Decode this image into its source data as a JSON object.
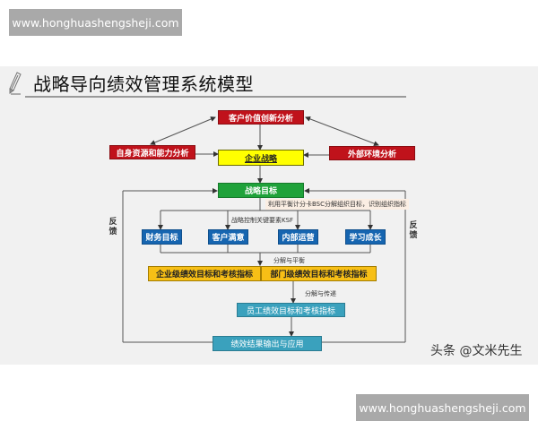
{
  "watermarks": {
    "top": "www.honghuashengsheji.com",
    "bottom": "www.honghuashengsheji.com"
  },
  "slide": {
    "title": "战略导向绩效管理系统模型",
    "icon": "pencil-icon",
    "credit": "头条 @文米先生"
  },
  "diagram": {
    "nodes": {
      "customer_value": "客户价值创新分析",
      "self_resource": "自身资源和能力分析",
      "enterprise_strategy": "企业战略",
      "external_env": "外部环境分析",
      "strategic_goal": "战略目标",
      "financial": "财务目标",
      "customer_satisfaction": "客户满意",
      "internal_ops": "内部运营",
      "learning_growth": "学习成长",
      "enterprise_level": "企业级绩效目标和考核指标",
      "department_level": "部门级绩效目标和考核指标",
      "employee_level": "员工绩效目标和考核指标",
      "results_output": "绩效结果输出与应用"
    },
    "annotations": {
      "bsc": "利用平衡计分卡BSC分解组织目标，识别组织指标",
      "ksf": "战略控制关键要素KSF",
      "decompose_balance": "分解与平衡",
      "decompose_transfer": "分解与传递",
      "feedback_left": "反馈",
      "feedback_right": "反馈"
    },
    "colors": {
      "red": "#c0121b",
      "yellow": "#ffff00",
      "green": "#1fa23a",
      "blue": "#1665b0",
      "gold": "#f7bf16",
      "teal": "#3aa1bd"
    }
  }
}
